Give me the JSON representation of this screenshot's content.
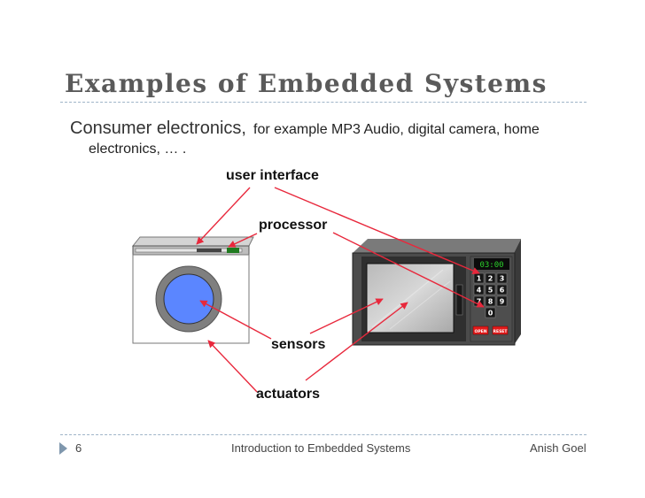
{
  "slide": {
    "title": "Examples of Embedded Systems",
    "lead_large": "Consumer electronics,",
    "lead_small": "for example MP3 Audio, digital camera, home",
    "lead_line2": "electronics, … ."
  },
  "diagram": {
    "labels": {
      "user_interface": "user interface",
      "processor": "processor",
      "sensors": "sensors",
      "actuators": "actuators"
    },
    "microwave_display": "03:00",
    "keypad_keys": [
      "1",
      "2",
      "3",
      "4",
      "5",
      "6",
      "7",
      "8",
      "9",
      "0"
    ],
    "microwave_buttons": [
      "OPEN",
      "RESET"
    ],
    "colors": {
      "arrow": "#e8283c",
      "drum": "#5b86ff",
      "microwave_body": "#4b4b4b",
      "display": "#2bd12b"
    }
  },
  "footer": {
    "page_number": "6",
    "course": "Introduction to Embedded Systems",
    "author": "Anish Goel"
  }
}
